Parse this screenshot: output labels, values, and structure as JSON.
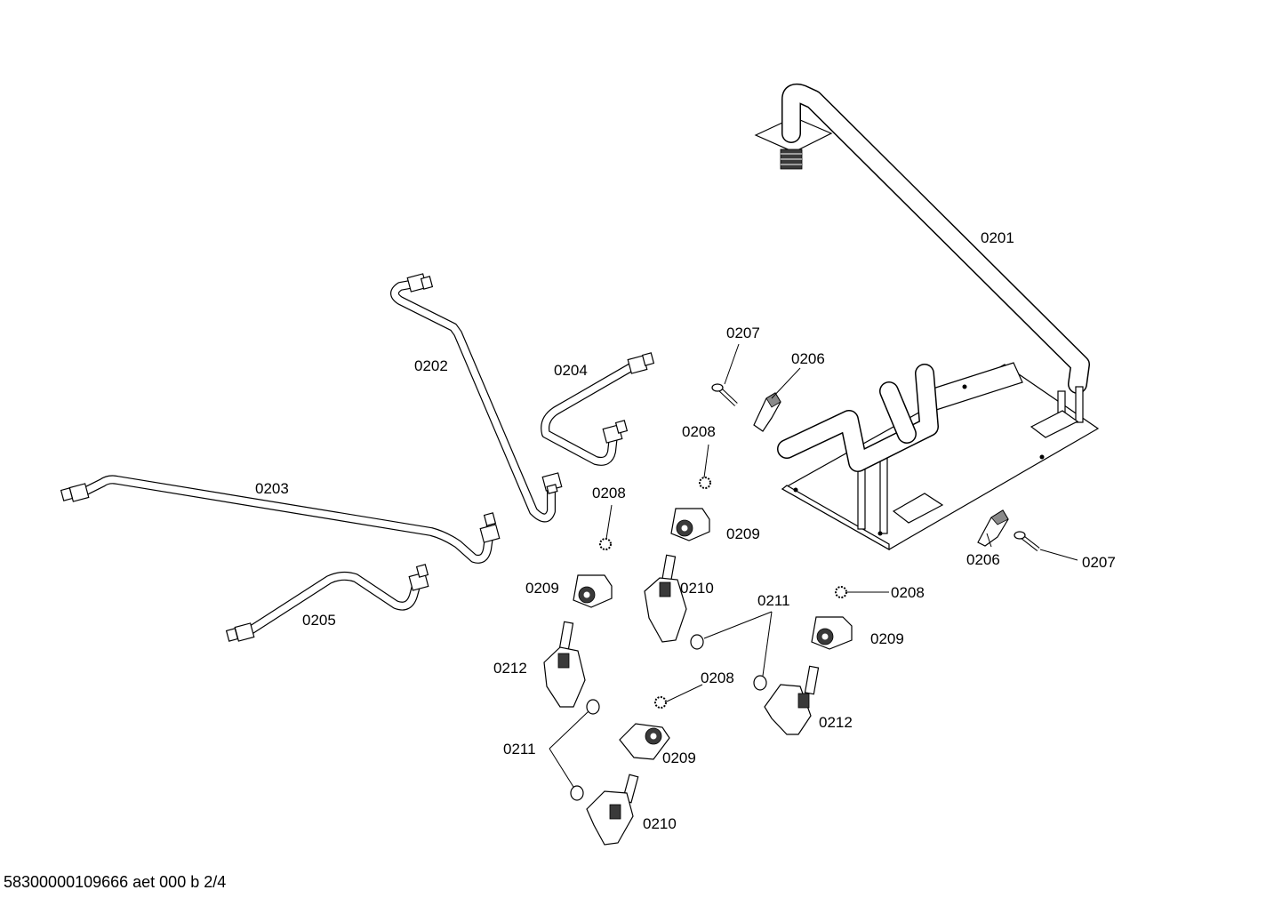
{
  "diagram": {
    "footer": "58300000109666 aet 000 b 2/4",
    "labels": [
      {
        "id": "l0201",
        "text": "0201"
      },
      {
        "id": "l0202",
        "text": "0202"
      },
      {
        "id": "l0203",
        "text": "0203"
      },
      {
        "id": "l0204",
        "text": "0204"
      },
      {
        "id": "l0205",
        "text": "0205"
      },
      {
        "id": "l0206a",
        "text": "0206"
      },
      {
        "id": "l0206b",
        "text": "0206"
      },
      {
        "id": "l0207a",
        "text": "0207"
      },
      {
        "id": "l0207b",
        "text": "0207"
      },
      {
        "id": "l0208a",
        "text": "0208"
      },
      {
        "id": "l0208b",
        "text": "0208"
      },
      {
        "id": "l0208c",
        "text": "0208"
      },
      {
        "id": "l0208d",
        "text": "0208"
      },
      {
        "id": "l0209a",
        "text": "0209"
      },
      {
        "id": "l0209b",
        "text": "0209"
      },
      {
        "id": "l0209c",
        "text": "0209"
      },
      {
        "id": "l0209d",
        "text": "0209"
      },
      {
        "id": "l0210a",
        "text": "0210"
      },
      {
        "id": "l0210b",
        "text": "0210"
      },
      {
        "id": "l0211a",
        "text": "0211"
      },
      {
        "id": "l0211b",
        "text": "0211"
      },
      {
        "id": "l0212a",
        "text": "0212"
      },
      {
        "id": "l0212b",
        "text": "0212"
      }
    ]
  }
}
